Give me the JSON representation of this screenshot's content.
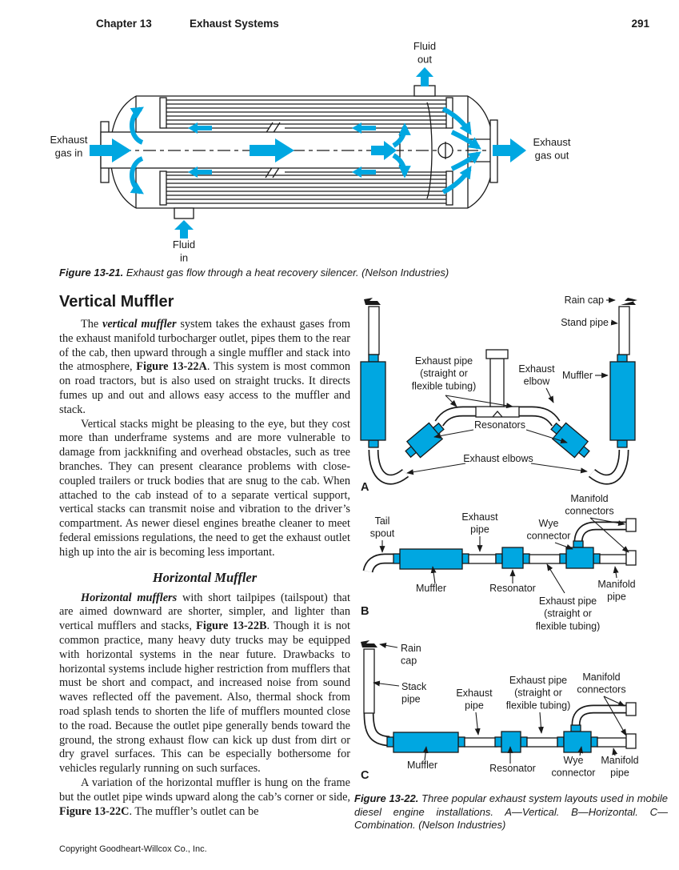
{
  "header": {
    "chapter": "Chapter 13",
    "title": "Exhaust Systems",
    "page_number": "291"
  },
  "colors": {
    "accent": "#00A7E1",
    "ink": "#1a1a1a"
  },
  "figure_13_21": {
    "labels": {
      "fluid_out": "Fluid\nout",
      "fluid_in": "Fluid\nin",
      "exhaust_gas_in": "Exhaust\ngas in",
      "exhaust_gas_out": "Exhaust\ngas out"
    },
    "caption": [
      {
        "t": "Figure 13-21.",
        "b": true,
        "i": true
      },
      {
        "t": " Exhaust gas flow through a heat recovery silencer. (Nelson Industries)",
        "i": true
      }
    ]
  },
  "article": {
    "heading_vertical": "Vertical Muffler",
    "p1": [
      {
        "t": "The "
      },
      {
        "t": "vertical muffler",
        "b": true,
        "i": true
      },
      {
        "t": " system takes the exhaust gases from the exhaust manifold turbocharger outlet, pipes them to the rear of the cab, then upward through a single muffler and stack into the atmosphere, "
      },
      {
        "t": "Figure 13-22A",
        "b": true
      },
      {
        "t": ". This system is most common on road tractors, but is also used on straight trucks. It directs fumes up and out and allows easy access to the muffler and stack."
      }
    ],
    "p2": [
      {
        "t": "Vertical stacks might be pleasing to the eye, but they cost more than underframe systems and are more vulnerable to damage from jackknifing and overhead obstacles, such as tree branches. They can present clearance problems with close-coupled trailers or truck bodies that are snug to the cab. When attached to the cab instead of to a separate vertical support, vertical stacks can transmit noise and vibration to the driver’s compartment. As newer diesel engines breathe cleaner to meet federal emissions regulations, the need to get the exhaust outlet high up into the air is becoming less important."
      }
    ],
    "heading_horizontal": "Horizontal Muffler",
    "p3": [
      {
        "t": "Horizontal mufflers",
        "b": true,
        "i": true
      },
      {
        "t": " with short tailpipes (tailspout) that are aimed downward are shorter, simpler, and lighter than vertical mufflers and stacks, "
      },
      {
        "t": "Figure 13-22B",
        "b": true
      },
      {
        "t": ". Though it is not common practice, many heavy duty trucks may be equipped with horizontal systems in the near future. Drawbacks to horizontal systems include higher restriction from mufflers that must be short and compact, and increased noise from sound waves reflected off the pavement. Also, thermal shock from road splash tends to shorten the life of mufflers mounted close to the road. Because the outlet pipe generally bends toward the ground, the strong exhaust flow can kick up dust from dirt or dry gravel surfaces. This can be especially bothersome for vehicles regularly running on such surfaces."
      }
    ],
    "p4": [
      {
        "t": "A variation of the horizontal muffler is hung on the frame but the outlet pipe winds upward along the cab’s corner or side, "
      },
      {
        "t": "Figure 13-22C",
        "b": true
      },
      {
        "t": ". The muffler’s outlet can be"
      }
    ]
  },
  "figure_13_22": {
    "diagram_a": {
      "letter": "A",
      "labels": {
        "rain_cap": "Rain cap",
        "stand_pipe": "Stand pipe",
        "exhaust_pipe": "Exhaust pipe\n(straight or\nflexible tubing)",
        "exhaust_elbow": "Exhaust\nelbow",
        "muffler": "Muffler",
        "resonators": "Resonators",
        "exhaust_elbows": "Exhaust elbows"
      }
    },
    "diagram_b": {
      "letter": "B",
      "labels": {
        "manifold_connectors": "Manifold\nconnectors",
        "tail_spout": "Tail\nspout",
        "exhaust_pipe": "Exhaust\npipe",
        "wye_connector": "Wye\nconnector",
        "muffler": "Muffler",
        "resonator": "Resonator",
        "exhaust_pipe_flex": "Exhaust pipe\n(straight or\nflexible tubing)",
        "manifold_pipe": "Manifold\npipe"
      }
    },
    "diagram_c": {
      "letter": "C",
      "labels": {
        "rain_cap": "Rain\ncap",
        "stack_pipe": "Stack\npipe",
        "exhaust_pipe": "Exhaust\npipe",
        "exhaust_pipe_flex": "Exhaust pipe\n(straight or\nflexible tubing)",
        "manifold_connectors": "Manifold\nconnectors",
        "muffler": "Muffler",
        "resonator": "Resonator",
        "wye_connector": "Wye\nconnector",
        "manifold_pipe": "Manifold\npipe"
      }
    },
    "caption": [
      {
        "t": "Figure 13-22.",
        "b": true,
        "i": true
      },
      {
        "t": " Three popular exhaust system layouts used in mobile diesel engine installations. A—Vertical. B—Horizontal. C—Combination. (Nelson Industries)",
        "i": true
      }
    ]
  },
  "footer": {
    "copyright": "Copyright Goodheart-Willcox Co., Inc."
  }
}
